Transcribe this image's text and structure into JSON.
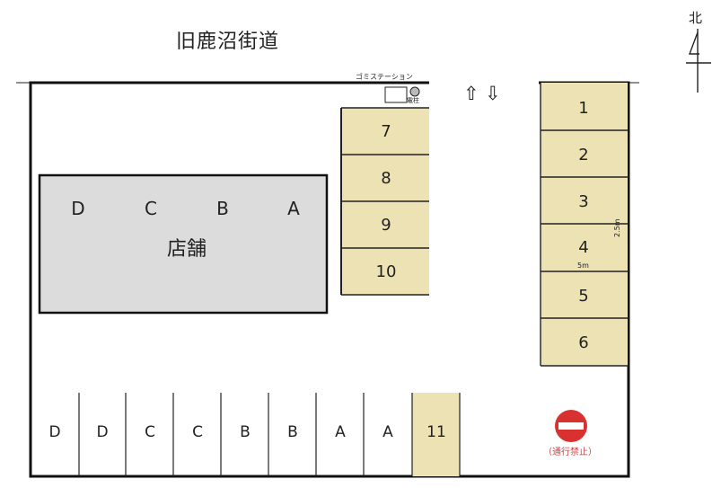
{
  "road_name": "旧鹿沼街道",
  "north": {
    "label": "北"
  },
  "garbage_station": {
    "label": "ゴミステーション"
  },
  "utility_pole": {
    "label": "電柱"
  },
  "entrance": {
    "in_arrow": "⇧",
    "out_arrow": "⇩"
  },
  "store": {
    "name": "店舗",
    "units": [
      "D",
      "C",
      "B",
      "A"
    ]
  },
  "center_spaces": [
    "7",
    "8",
    "9",
    "10"
  ],
  "east_spaces": [
    "1",
    "2",
    "3",
    "4",
    "5",
    "6"
  ],
  "south_spaces": [
    "D",
    "D",
    "C",
    "C",
    "B",
    "B",
    "A",
    "A",
    "11"
  ],
  "dimensions": {
    "width": "5m",
    "length": "2.5m"
  },
  "no_entry": {
    "label": "（通行禁止）"
  },
  "colors": {
    "parking_fill": "#ede2b4",
    "store_fill": "#dcdcdc",
    "outline": "#222222",
    "no_entry_red": "#d93030"
  }
}
